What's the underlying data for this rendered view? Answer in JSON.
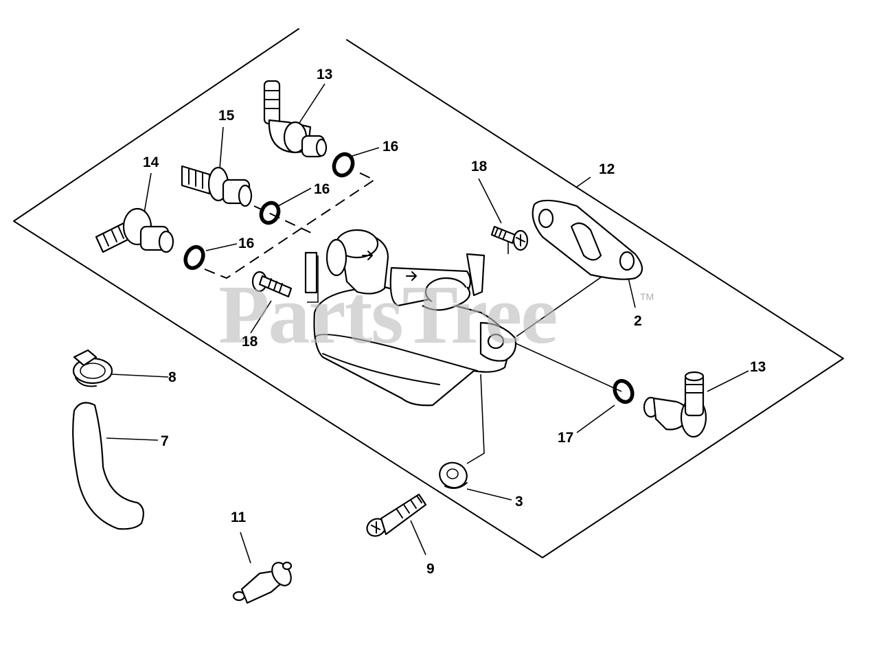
{
  "watermark": {
    "text": "PartsTree",
    "trademark": "TM"
  },
  "callouts": {
    "c2": "2",
    "c3": "3",
    "c7": "7",
    "c8": "8",
    "c9": "9",
    "c11": "11",
    "c12": "12",
    "c13a": "13",
    "c13b": "13",
    "c14": "14",
    "c15": "15",
    "c16a": "16",
    "c16b": "16",
    "c16c": "16",
    "c17": "17",
    "c18a": "18",
    "c18b": "18"
  }
}
